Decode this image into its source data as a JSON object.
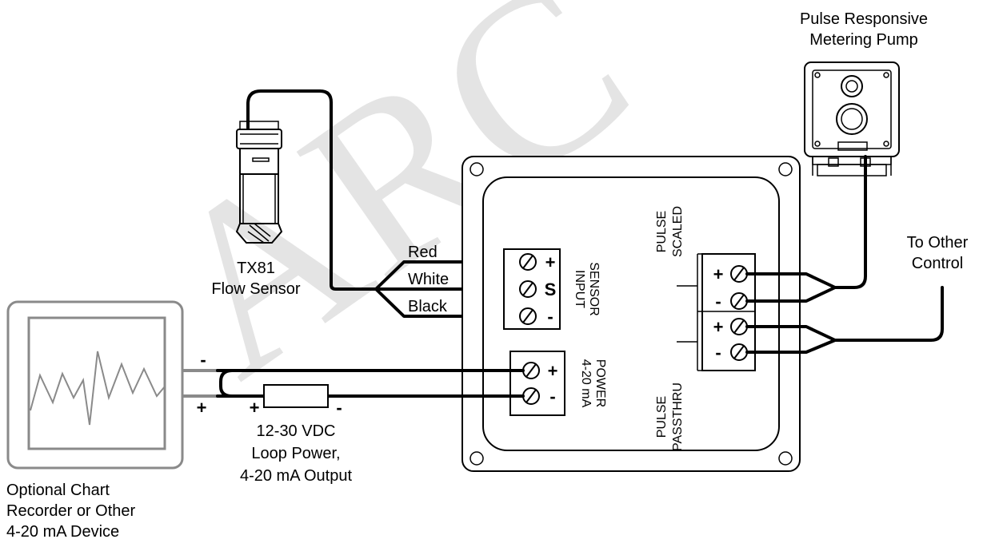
{
  "watermark": "ARC",
  "pump": {
    "title_line1": "Pulse Responsive",
    "title_line2": "Metering Pump"
  },
  "sensor": {
    "label_line1": "TX81",
    "label_line2": "Flow Sensor"
  },
  "wires": {
    "red": "Red",
    "white": "White",
    "black": "Black"
  },
  "sensor_input": {
    "title_line1": "SENSOR",
    "title_line2": "INPUT",
    "plus": "+",
    "s": "S",
    "minus": "-"
  },
  "power_block": {
    "title_line1": "POWER",
    "title_line2": "4-20 mA",
    "plus": "+",
    "minus": "-"
  },
  "pulse_scaled": {
    "line1": "PULSE",
    "line2": "SCALED",
    "plus": "+",
    "minus": "-"
  },
  "pulse_passthru": {
    "line1": "PULSE",
    "line2": "PASSTHRU",
    "plus": "+",
    "minus": "-"
  },
  "other_control": {
    "line1": "To Other",
    "line2": "Control"
  },
  "loop": {
    "left_minus": "-",
    "left_plus": "+",
    "res_plus": "+",
    "res_minus": "-",
    "line1": "12-30 VDC",
    "line2": "Loop Power,",
    "line3": "4-20 mA Output"
  },
  "recorder": {
    "line1": "Optional Chart",
    "line2": "Recorder or Other",
    "line3": "4-20 mA Device"
  }
}
